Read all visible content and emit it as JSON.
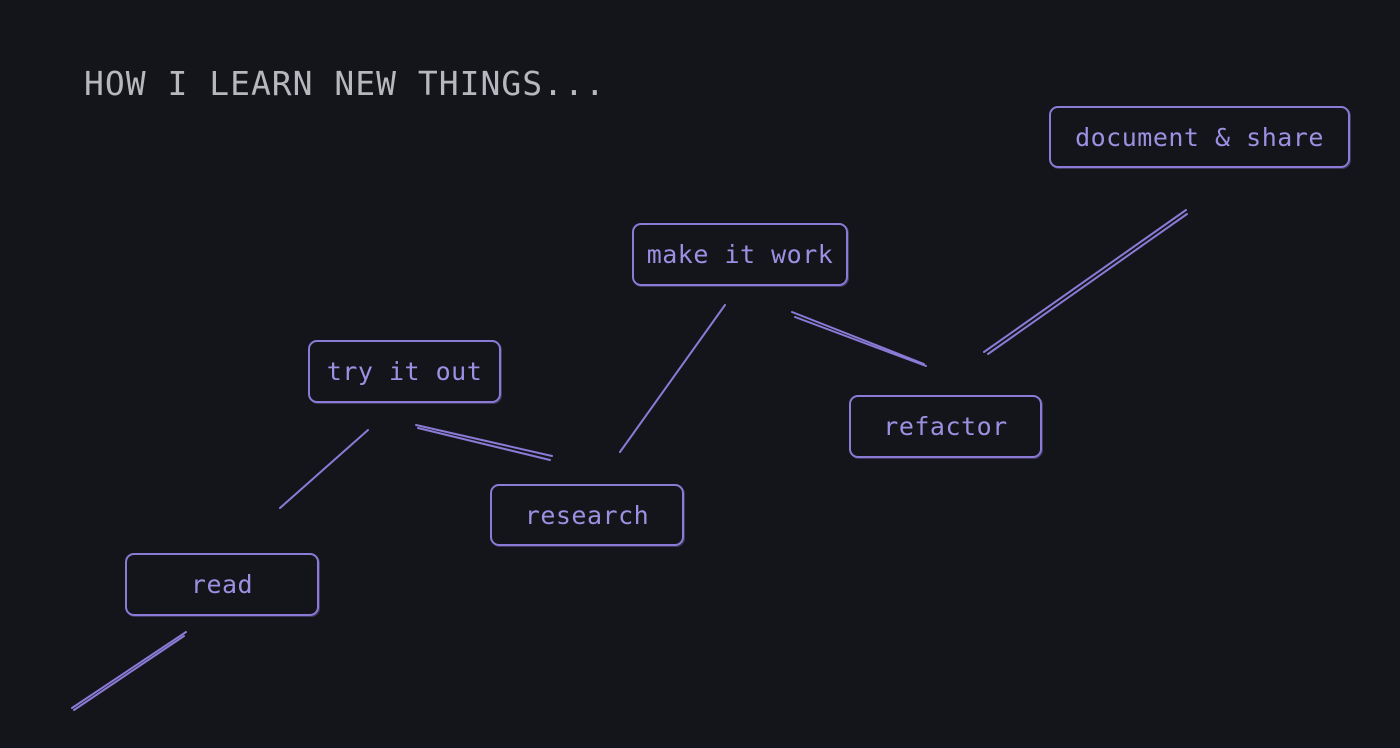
{
  "diagram": {
    "title": "HOW I LEARN NEW THINGS...",
    "nodes": {
      "read": "read",
      "try_it_out": "try it out",
      "research": "research",
      "make_it_work": "make it work",
      "refactor": "refactor",
      "document_share": "document & share"
    },
    "colors": {
      "background": "#13151b",
      "accent": "#8b7ad6",
      "title_text": "#b7b7bd"
    }
  }
}
